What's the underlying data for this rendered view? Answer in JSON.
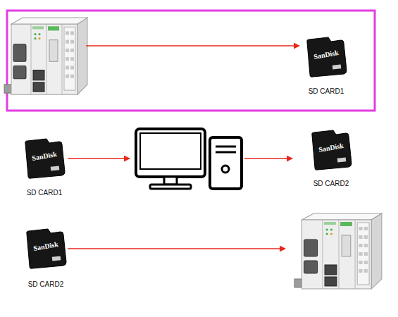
{
  "diagram": {
    "nodes": [
      {
        "text": [
          "SanDisk",
          "SD CARD1"
        ]
      },
      {
        "text": [
          "SanDisk",
          "SD CARD1"
        ]
      },
      {
        "text": [
          "SanDisk",
          "SD CARD2"
        ]
      },
      {
        "text": [
          "SanDisk",
          "SD CARD2"
        ]
      }
    ]
  }
}
